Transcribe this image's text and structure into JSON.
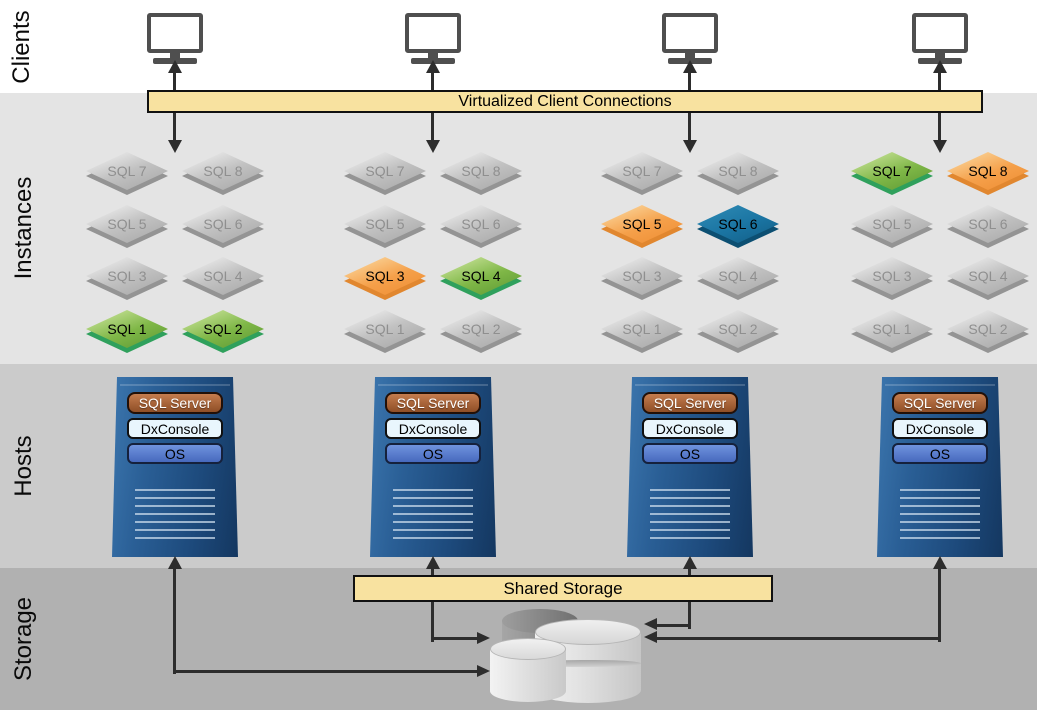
{
  "sections": {
    "clients": "Clients",
    "instances": "Instances",
    "hosts": "Hosts",
    "storage": "Storage"
  },
  "banners": {
    "client_connections": "Virtualized Client Connections",
    "shared_storage": "Shared Storage"
  },
  "instances": {
    "groups": [
      {
        "cells": [
          {
            "label": "SQL 7",
            "state": "gray"
          },
          {
            "label": "SQL 8",
            "state": "gray"
          },
          {
            "label": "SQL 5",
            "state": "gray"
          },
          {
            "label": "SQL 6",
            "state": "gray"
          },
          {
            "label": "SQL 3",
            "state": "gray"
          },
          {
            "label": "SQL 4",
            "state": "gray"
          },
          {
            "label": "SQL 1",
            "state": "green"
          },
          {
            "label": "SQL 2",
            "state": "green"
          }
        ]
      },
      {
        "cells": [
          {
            "label": "SQL 7",
            "state": "gray"
          },
          {
            "label": "SQL 8",
            "state": "gray"
          },
          {
            "label": "SQL 5",
            "state": "gray"
          },
          {
            "label": "SQL 6",
            "state": "gray"
          },
          {
            "label": "SQL 3",
            "state": "orange"
          },
          {
            "label": "SQL 4",
            "state": "green"
          },
          {
            "label": "SQL 1",
            "state": "gray"
          },
          {
            "label": "SQL 2",
            "state": "gray"
          }
        ]
      },
      {
        "cells": [
          {
            "label": "SQL 7",
            "state": "gray"
          },
          {
            "label": "SQL 8",
            "state": "gray"
          },
          {
            "label": "SQL 5",
            "state": "orange"
          },
          {
            "label": "SQL 6",
            "state": "blue"
          },
          {
            "label": "SQL 3",
            "state": "gray"
          },
          {
            "label": "SQL 4",
            "state": "gray"
          },
          {
            "label": "SQL 1",
            "state": "gray"
          },
          {
            "label": "SQL 2",
            "state": "gray"
          }
        ]
      },
      {
        "cells": [
          {
            "label": "SQL 7",
            "state": "green"
          },
          {
            "label": "SQL 8",
            "state": "orange"
          },
          {
            "label": "SQL 5",
            "state": "gray"
          },
          {
            "label": "SQL 6",
            "state": "gray"
          },
          {
            "label": "SQL 3",
            "state": "gray"
          },
          {
            "label": "SQL 4",
            "state": "gray"
          },
          {
            "label": "SQL 1",
            "state": "gray"
          },
          {
            "label": "SQL 2",
            "state": "gray"
          }
        ]
      }
    ]
  },
  "hosts": {
    "servers": [
      {
        "sql_label": "SQL Server",
        "console_label": "DxConsole",
        "os_label": "OS"
      },
      {
        "sql_label": "SQL Server",
        "console_label": "DxConsole",
        "os_label": "OS"
      },
      {
        "sql_label": "SQL Server",
        "console_label": "DxConsole",
        "os_label": "OS"
      },
      {
        "sql_label": "SQL Server",
        "console_label": "DxConsole",
        "os_label": "OS"
      }
    ]
  },
  "icons": {
    "client": "monitor-icon",
    "storage": "database-cylinders-icon"
  },
  "colors": {
    "banner_bg": "#f8e2a0",
    "instance_gray": "#b9b9b9",
    "instance_green": "#76b043",
    "instance_orange": "#f5a04a",
    "instance_blue": "#17719f",
    "host_tower_blue": "#1f4e79",
    "band_instances": "#e4e4e4",
    "band_hosts": "#cbcbcb",
    "band_storage": "#b1b1b1",
    "connector": "#2d2d2d"
  }
}
